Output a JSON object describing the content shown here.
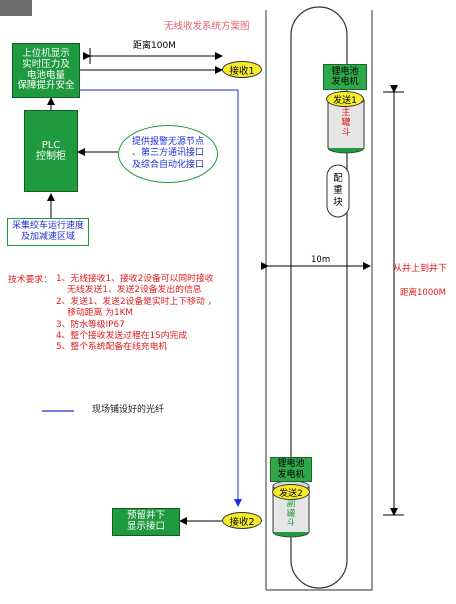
{
  "diagram": {
    "title": "无线收发系统方案图",
    "distance_label": "距离100M",
    "host_box": [
      "上位机显示",
      "实时压力及",
      "电池电量",
      "保障提升安全"
    ],
    "plc_box": [
      "PLC",
      "控制柜"
    ],
    "info_bubble": [
      "提供报警无源节点",
      "、第三方通讯接口",
      "及综合自动化接口"
    ],
    "collect_box": [
      "采集绞车运行速度",
      "及加减速区域"
    ],
    "receiver1": "接收1",
    "receiver2": "接收2",
    "battery_top": [
      "锂电池",
      "发电机"
    ],
    "battery_bottom": [
      "锂电池",
      "发电机"
    ],
    "sender1": "发送1",
    "sender2": "发送2",
    "cage_top_label": [
      "主",
      "罐",
      "斗"
    ],
    "cage_bottom_label": [
      "副",
      "罐",
      "斗"
    ],
    "counterweight": [
      "配",
      "重",
      "块"
    ],
    "gap_label": "10m",
    "well_label": "从井上到井下",
    "well_distance": "距离1000M",
    "tech_title": "技术要求：",
    "requirements": [
      "1、无线接收1、接收2设备可以同时接收",
      "    无线发送1、发送2设备发出的信息",
      "2、发送1、发送2设备是实时上下移动 ，",
      "    移动距离 为1KM",
      "3、防水等级IP67",
      "4、整个接收发送过程在1S内完成",
      "5、整个系统配备在线充电机"
    ],
    "legend_label": "现场铺设好的光纤",
    "display_box": [
      "预留井下",
      "显示接口"
    ],
    "colors": {
      "box_green": "#1f9a3e",
      "receiver_yellow": "#f7ec2a",
      "fiber_blue": "#1a2fd6",
      "text_red": "#e01b1b"
    }
  }
}
